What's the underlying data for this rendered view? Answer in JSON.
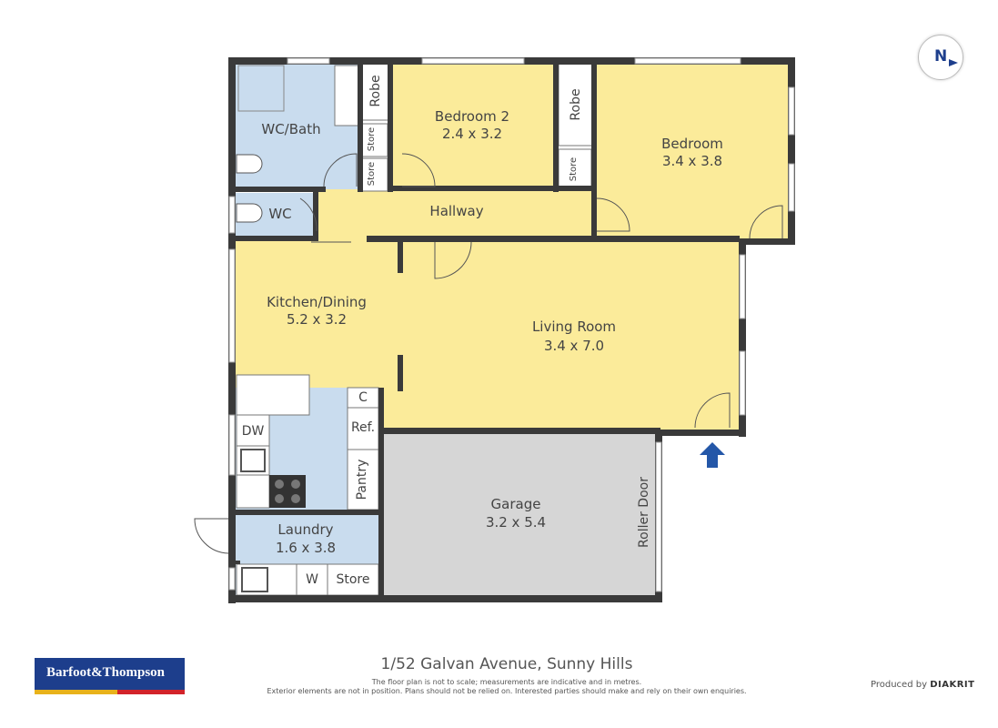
{
  "rooms": {
    "wc_bath": "WC/Bath",
    "wc": "WC",
    "hallway": "Hallway",
    "bedroom2": {
      "name": "Bedroom 2",
      "dims": "2.4 x 3.2"
    },
    "bedroom": {
      "name": "Bedroom",
      "dims": "3.4 x 3.8"
    },
    "kitchen": {
      "name": "Kitchen/Dining",
      "dims": "5.2 x 3.2"
    },
    "living": {
      "name": "Living Room",
      "dims": "3.4 x 7.0"
    },
    "laundry": {
      "name": "Laundry",
      "dims": "1.6 x 3.8"
    },
    "garage": {
      "name": "Garage",
      "dims": "3.2 x 5.4"
    }
  },
  "fixtures": {
    "robe": "Robe",
    "store": "Store",
    "c": "C",
    "ref": "Ref.",
    "pantry": "Pantry",
    "dw": "DW",
    "w": "W",
    "laundry_store": "Store",
    "roller_door": "Roller Door"
  },
  "compass": "N",
  "address": "1/52 Galvan Avenue, Sunny Hills",
  "disclaimer_1": "The floor plan is not to scale; measurements are indicative and in metres.",
  "disclaimer_2": "Exterior elements are not in position. Plans should not be relied on. Interested parties should make and rely on their own enquiries.",
  "produced_by": "Produced by",
  "produced_brand": "DIAKRIT",
  "logo_text": "Barfoot&Thompson",
  "colors": {
    "bedroom": "#fbeb9a",
    "wet": "#c9dcee",
    "garage": "#d6d6d6",
    "wall": "#3a3a3a",
    "entry_arrow": "#2457a8"
  }
}
